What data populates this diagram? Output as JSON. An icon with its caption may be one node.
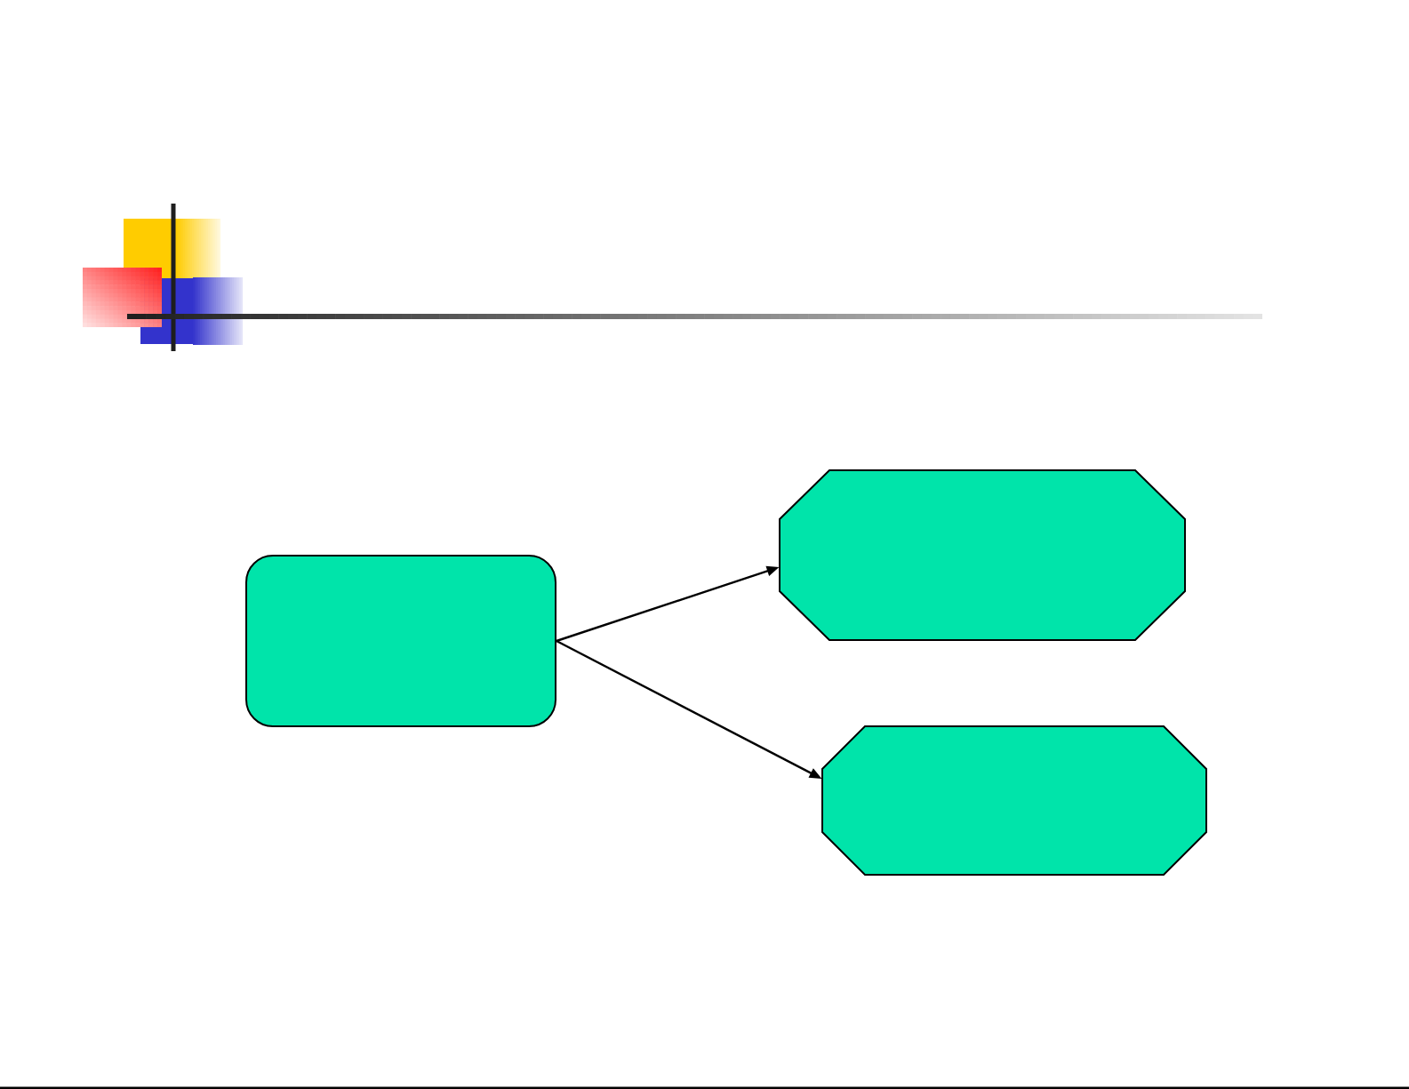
{
  "diagram": {
    "nodes": [
      {
        "text": [],
        "shape": "box"
      },
      {
        "text": [],
        "shape": "octagon"
      },
      {
        "text": [],
        "shape": "octagon"
      }
    ],
    "edges": [
      {
        "from": 0,
        "to": 1,
        "arrow": "to"
      },
      {
        "from": 0,
        "to": 2,
        "arrow": "to"
      }
    ]
  }
}
